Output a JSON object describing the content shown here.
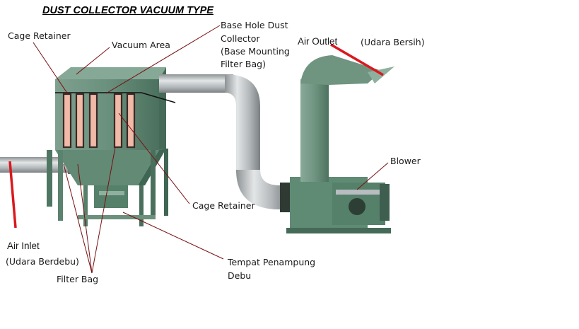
{
  "title": "DUST COLLECTOR VACUUM TYPE",
  "labels": {
    "cage_retainer_top": "Cage Retainer",
    "vacuum_area": "Vacuum Area",
    "base_hole_1": "Base Hole Dust",
    "base_hole_2": "Collector",
    "base_hole_3": "(Base Mounting",
    "base_hole_4": "Filter Bag)",
    "air_outlet": "Air Outlet",
    "air_outlet_note": "(Udara Bersih)",
    "blower": "Blower",
    "cage_retainer_bottom": "Cage Retainer",
    "air_inlet": "Air Inlet",
    "air_inlet_note": "(Udara Berdebu)",
    "filter_bag": "Filter Bag",
    "tempat_1": "Tempat Penampung",
    "tempat_2": "Debu"
  },
  "colors": {
    "body": "#5f8a74",
    "body_dark": "#3f6553",
    "body_light": "#86a896",
    "duct": "#b9bcbd",
    "duct_dark": "#7f8486",
    "filter_fill": "#f0b9a8",
    "filter_stroke": "#3a2a26",
    "arrow_red": "#d9191e",
    "leader": "#7a0f12"
  }
}
